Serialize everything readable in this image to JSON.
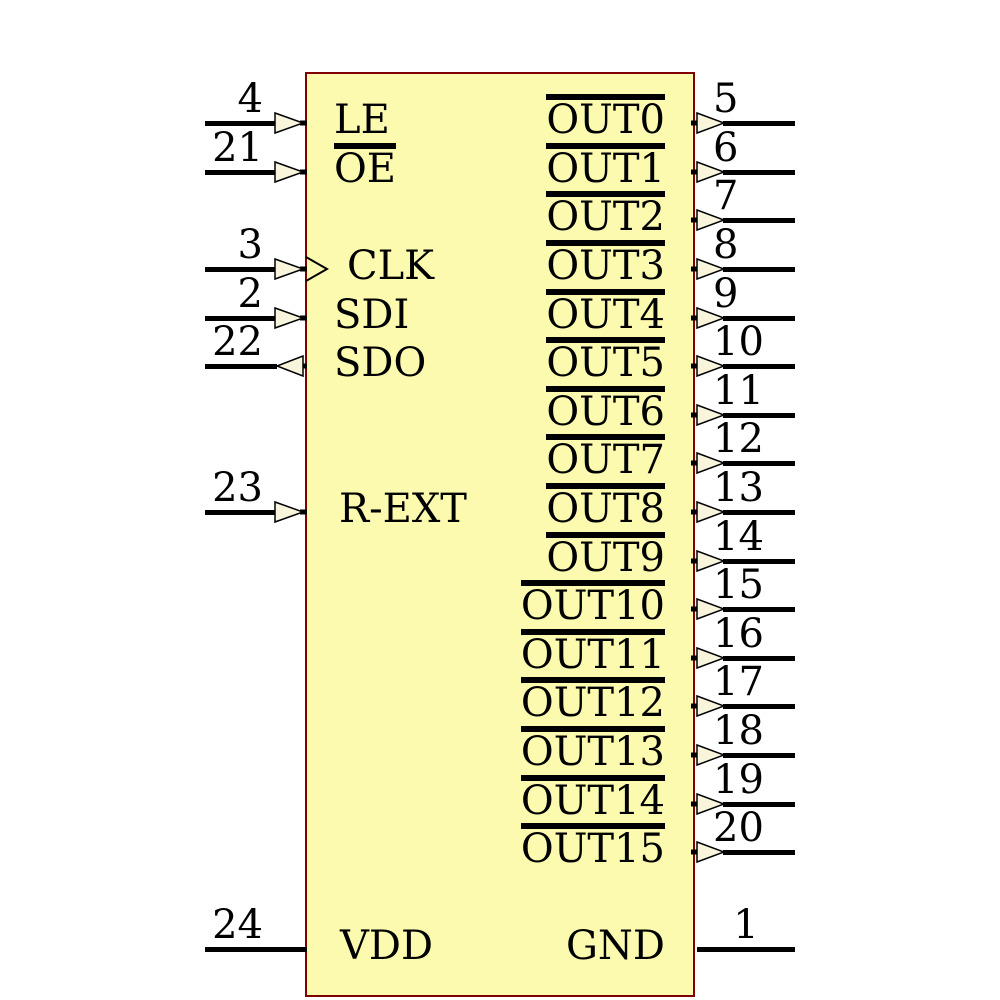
{
  "component": {
    "kind": "ic-schematic-symbol",
    "pin_count": 24,
    "colors": {
      "chip_fill": "#FBFAAF",
      "chip_border": "#7F0000",
      "arrow_fill": "#F8F5DC",
      "line": "#000000",
      "background": "#FFFFFF",
      "text": "#000000"
    }
  },
  "pins": {
    "left": [
      {
        "number": "4",
        "label": "LE",
        "direction": "input",
        "active_low": false,
        "clock": false
      },
      {
        "number": "21",
        "label": "OE",
        "direction": "input",
        "active_low": true,
        "clock": false
      },
      {
        "number": "3",
        "label": "CLK",
        "direction": "input",
        "active_low": false,
        "clock": true
      },
      {
        "number": "2",
        "label": "SDI",
        "direction": "input",
        "active_low": false,
        "clock": false
      },
      {
        "number": "22",
        "label": "SDO",
        "direction": "output",
        "active_low": false,
        "clock": false
      },
      {
        "number": "23",
        "label": "R-EXT",
        "direction": "input",
        "active_low": false,
        "clock": false
      },
      {
        "number": "24",
        "label": "VDD",
        "direction": "power",
        "active_low": false,
        "clock": false
      }
    ],
    "right": [
      {
        "number": "5",
        "label": "OUT0",
        "direction": "output",
        "active_low": true
      },
      {
        "number": "6",
        "label": "OUT1",
        "direction": "output",
        "active_low": true
      },
      {
        "number": "7",
        "label": "OUT2",
        "direction": "output",
        "active_low": true
      },
      {
        "number": "8",
        "label": "OUT3",
        "direction": "output",
        "active_low": true
      },
      {
        "number": "9",
        "label": "OUT4",
        "direction": "output",
        "active_low": true
      },
      {
        "number": "10",
        "label": "OUT5",
        "direction": "output",
        "active_low": true
      },
      {
        "number": "11",
        "label": "OUT6",
        "direction": "output",
        "active_low": true
      },
      {
        "number": "12",
        "label": "OUT7",
        "direction": "output",
        "active_low": true
      },
      {
        "number": "13",
        "label": "OUT8",
        "direction": "output",
        "active_low": true
      },
      {
        "number": "14",
        "label": "OUT9",
        "direction": "output",
        "active_low": true
      },
      {
        "number": "15",
        "label": "OUT10",
        "direction": "output",
        "active_low": true
      },
      {
        "number": "16",
        "label": "OUT11",
        "direction": "output",
        "active_low": true
      },
      {
        "number": "17",
        "label": "OUT12",
        "direction": "output",
        "active_low": true
      },
      {
        "number": "18",
        "label": "OUT13",
        "direction": "output",
        "active_low": true
      },
      {
        "number": "19",
        "label": "OUT14",
        "direction": "output",
        "active_low": true
      },
      {
        "number": "20",
        "label": "OUT15",
        "direction": "output",
        "active_low": true
      },
      {
        "number": "1",
        "label": "GND",
        "direction": "power",
        "active_low": false
      }
    ]
  }
}
